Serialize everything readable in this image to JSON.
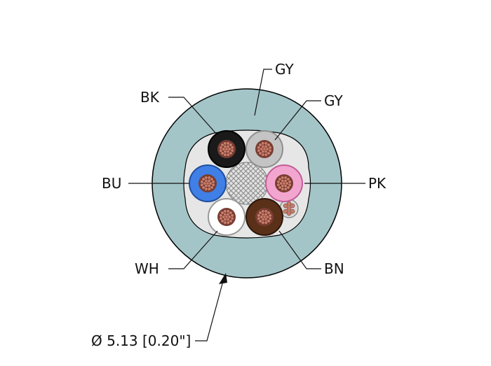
{
  "conductors": [
    {
      "label": "BK",
      "color": "#1a1a1a",
      "ring": "#000000"
    },
    {
      "label": "GY",
      "color": "#c4c4c4",
      "ring": "#8f8f8f"
    },
    {
      "label": "BU",
      "color": "#3f7fe6",
      "ring": "#1f4f9e"
    },
    {
      "label": "PK",
      "color": "#f2a6cf",
      "ring": "#c25d98"
    },
    {
      "label": "WH",
      "color": "#ffffff",
      "ring": "#9a9a9a"
    },
    {
      "label": "BN",
      "color": "#5a3019",
      "ring": "#2e170a"
    }
  ],
  "jacket": {
    "label": "GY",
    "color": "#a4c5c8"
  },
  "diameter": {
    "label": "Ø 5.13 [0.20\"]"
  },
  "colors": {
    "copper": "#c97c6a",
    "copper_dark": "#7a3f34",
    "mesh": "#e2e2e2",
    "outline": "#000000"
  }
}
